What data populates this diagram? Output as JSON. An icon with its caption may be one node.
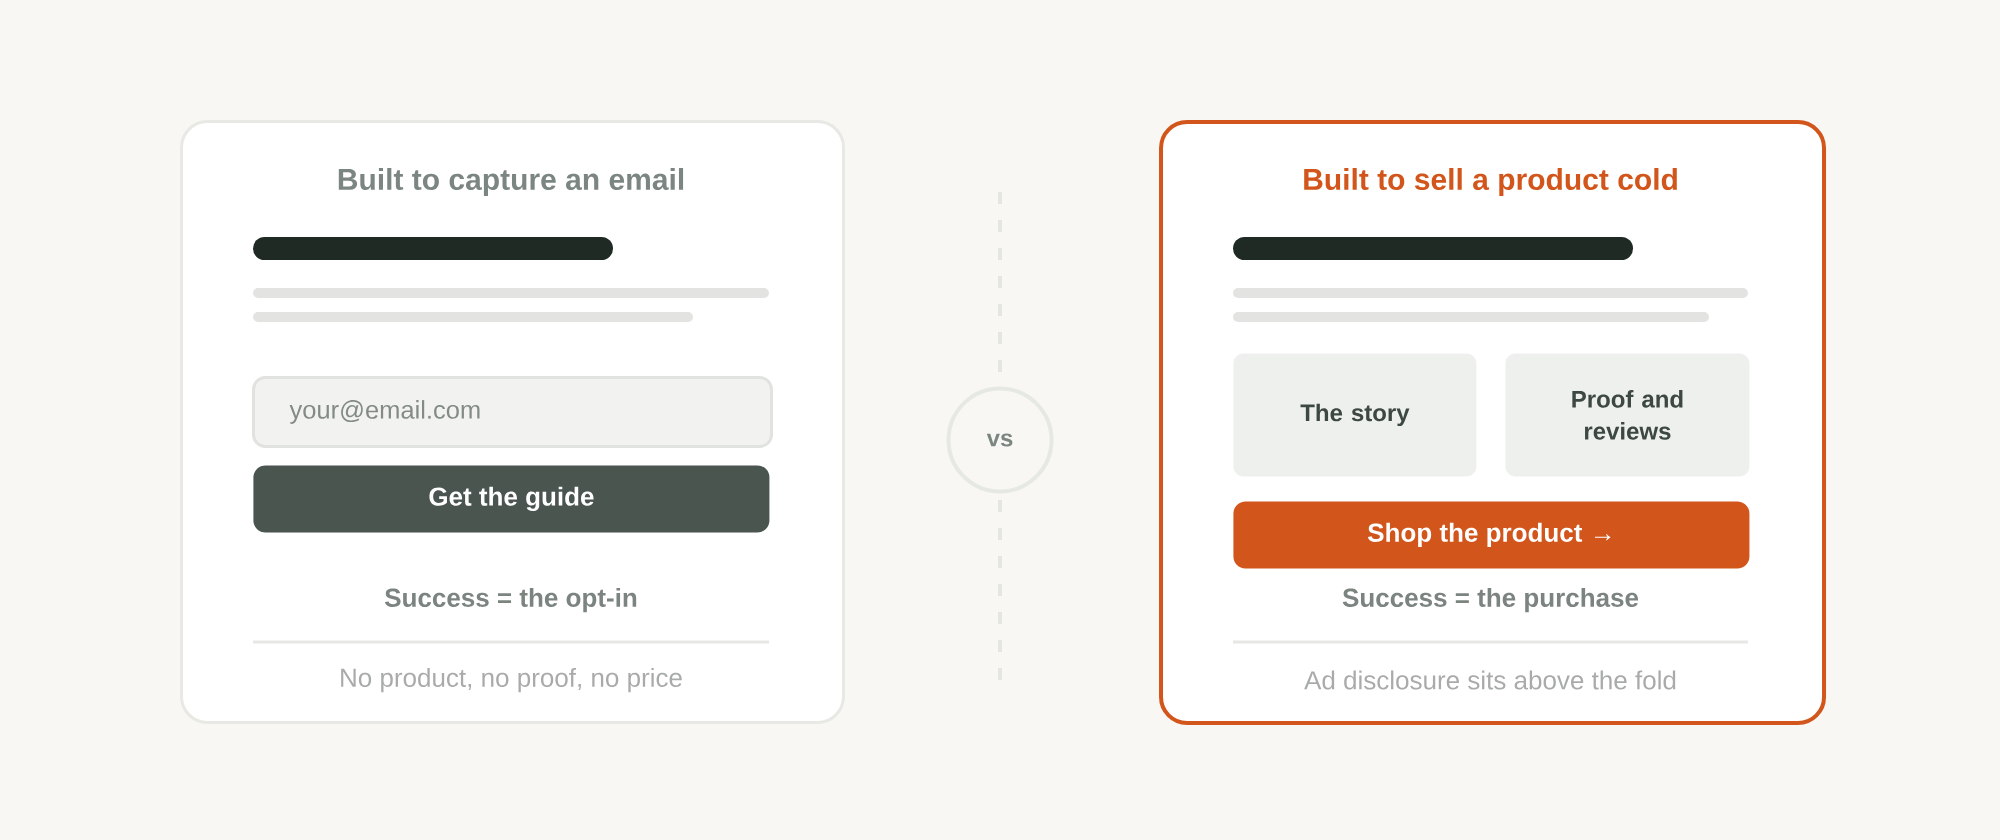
{
  "diagram": {
    "nodes": [
      {
        "text": [
          "Built to capture an email",
          "Success = the opt-in",
          "No product, no proof, no price"
        ]
      },
      {
        "text": [
          "your@email.com"
        ],
        "in": 0
      },
      {
        "text": [
          "Get the guide"
        ],
        "in": 0
      },
      {
        "text": [
          "vs"
        ]
      },
      {
        "text": [
          "Built to sell a product cold",
          "Success = the purchase",
          "Ad disclosure sits above the fold"
        ]
      },
      {
        "text": [
          "The story"
        ],
        "in": 4
      },
      {
        "text": [
          "Proof and reviews"
        ],
        "in": 4
      },
      {
        "text": [
          "Shop the product →"
        ],
        "in": 4
      }
    ]
  }
}
